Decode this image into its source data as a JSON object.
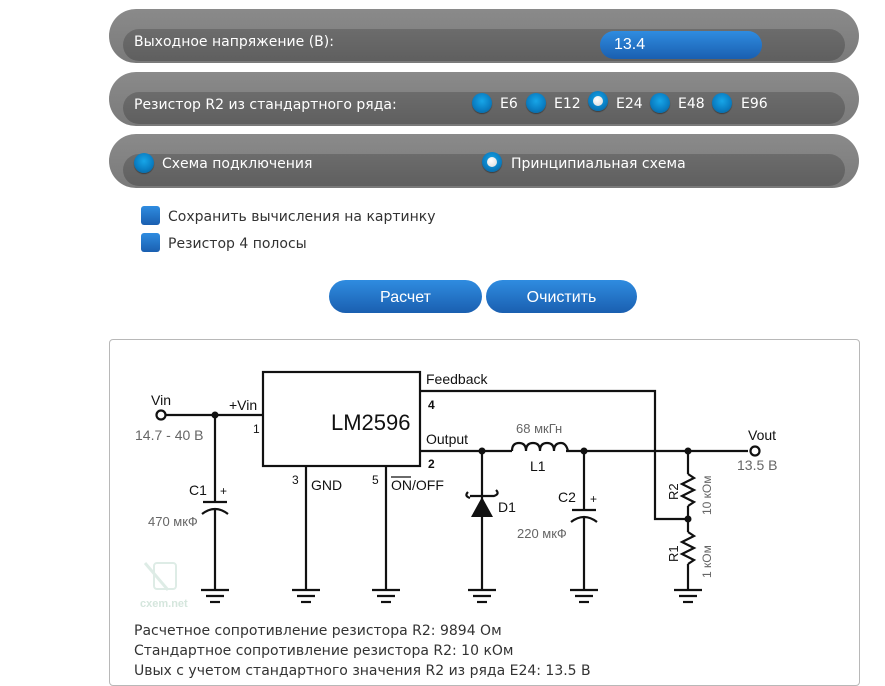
{
  "output_voltage": {
    "label": "Выходное напряжение (В):",
    "value": "13.4"
  },
  "resistor_series": {
    "label": "Резистор R2 из стандартного ряда:",
    "options": [
      {
        "label": "E6",
        "checked": false
      },
      {
        "label": "E12",
        "checked": false
      },
      {
        "label": "E24",
        "checked": true
      },
      {
        "label": "E48",
        "checked": false
      },
      {
        "label": "E96",
        "checked": false
      }
    ]
  },
  "diagram_type": {
    "options": [
      {
        "label": "Схема подключения",
        "checked": false
      },
      {
        "label": "Принципиальная схема",
        "checked": true
      }
    ]
  },
  "checkboxes": [
    {
      "label": "Сохранить вычисления на картинку",
      "checked": false
    },
    {
      "label": "Резистор 4 полосы",
      "checked": false
    }
  ],
  "buttons": {
    "calculate": "Расчет",
    "clear": "Очистить"
  },
  "schematic": {
    "chip": "LM2596",
    "vin_label": "Vin",
    "vin_range": "14.7 - 40 В",
    "pin_vin": "+Vin",
    "pin1": "1",
    "pin2": "2",
    "pin3": "3",
    "pin4": "4",
    "pin5": "5",
    "feedback": "Feedback",
    "output": "Output",
    "gnd": "GND",
    "on_off": "ON/OFF",
    "c1": "C1",
    "c1_value": "470 мкФ",
    "l1": "L1",
    "l1_value": "68 мкГн",
    "d1": "D1",
    "c2": "C2",
    "c2_value": "220 мкФ",
    "r1": "R1",
    "r1_value": "1 кОм",
    "r2": "R2",
    "r2_value": "10 кОм",
    "vout_label": "Vout",
    "vout_value": "13.5 В",
    "plus": "+",
    "watermark": "cxem.net"
  },
  "results": [
    "Расчетное сопротивление резистора R2: 9894 Ом",
    "Стандартное сопротивление резистора R2: 10 кОм",
    "Uвых с учетом стандартного значения R2 из ряда E24: 13.5 В"
  ]
}
